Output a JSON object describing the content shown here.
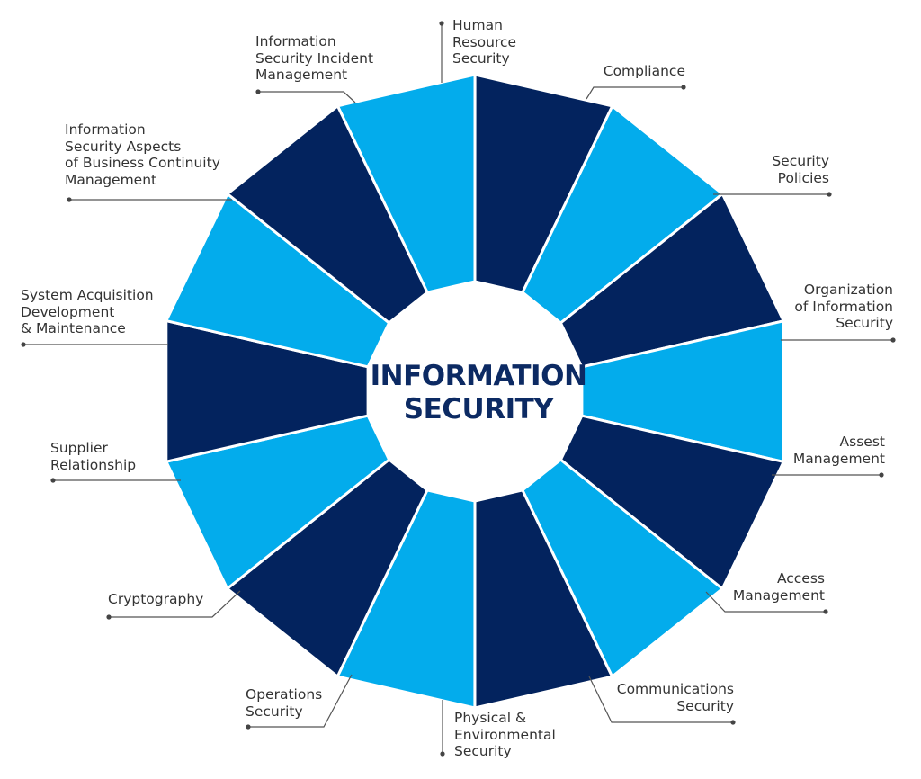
{
  "title": {
    "line1": "INFORMATION",
    "line2": "SECURITY"
  },
  "colors": {
    "dark": "#03235e",
    "light": "#03acec",
    "title": "#0c2a63",
    "text": "#333333",
    "leader": "#555555"
  },
  "segments": [
    {
      "id": "human-resource-security",
      "label": "Human\nResource\nSecurity",
      "tone": "light"
    },
    {
      "id": "compliance",
      "label": "Compliance",
      "tone": "dark"
    },
    {
      "id": "security-policies",
      "label": "Security\nPolicies",
      "tone": "light"
    },
    {
      "id": "organization-of-information-security",
      "label": "Organization\nof Information\nSecurity",
      "tone": "dark"
    },
    {
      "id": "assest-management",
      "label": "Assest\nManagement",
      "tone": "light"
    },
    {
      "id": "access-management",
      "label": "Access\nManagement",
      "tone": "dark"
    },
    {
      "id": "communications-security",
      "label": "Communications\nSecurity",
      "tone": "light"
    },
    {
      "id": "physical-environmental-security",
      "label": "Physical &\nEnvironmental\nSecurity",
      "tone": "dark"
    },
    {
      "id": "operations-security",
      "label": "Operations\nSecurity",
      "tone": "light"
    },
    {
      "id": "cryptography",
      "label": "Cryptography",
      "tone": "dark"
    },
    {
      "id": "supplier-relationship",
      "label": "Supplier\nRelationship",
      "tone": "light"
    },
    {
      "id": "system-acquisition-development-maintenance",
      "label": "System Acquisition\nDevelopment\n& Maintenance",
      "tone": "dark"
    },
    {
      "id": "business-continuity-management",
      "label": "Information\nSecurity Aspects\nof Business Continuity\nManagement",
      "tone": "light"
    },
    {
      "id": "information-security-incident-management",
      "label": "Information\nSecurity Incident\nManagement",
      "tone": "dark"
    }
  ]
}
